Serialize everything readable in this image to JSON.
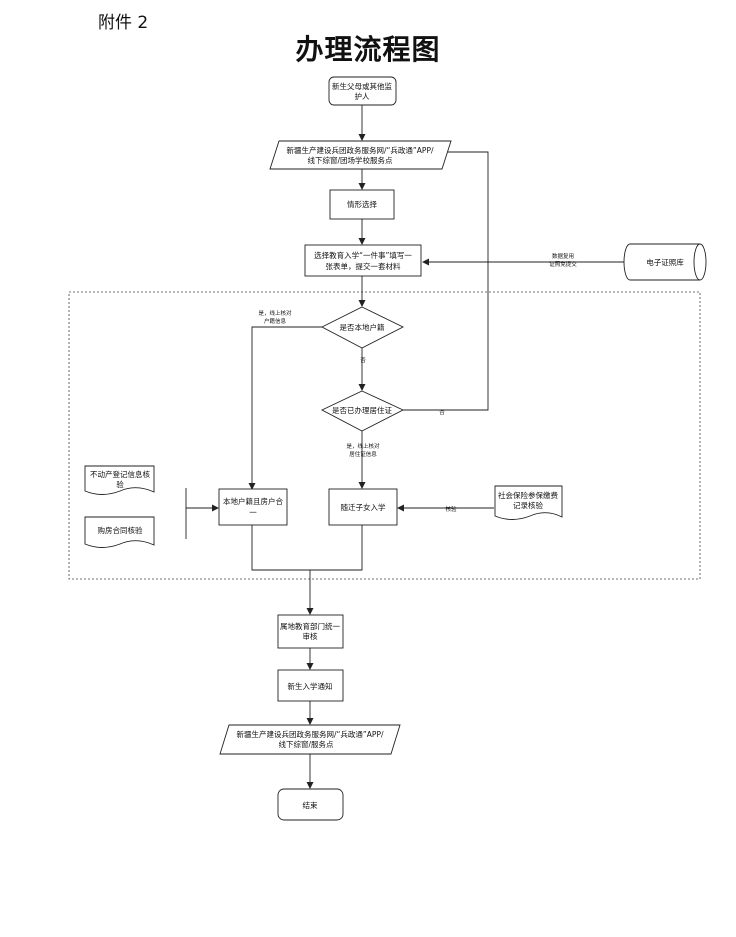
{
  "attachment_label": "附件 2",
  "title": "办理流程图",
  "nodes": {
    "start": [
      "新生父母或其他监",
      "护人"
    ],
    "portal_1": [
      "新疆生产建设兵团政务服务网/“兵政通”APP/",
      "线下综窗/团场学校服务点"
    ],
    "situation": [
      "情形选择"
    ],
    "one_form": [
      "选择教育入学“一件事”填写一",
      "张表单，提交一套材料"
    ],
    "e_license": [
      "电子证照库"
    ],
    "local_hukou": [
      "是否本地户籍"
    ],
    "residence_permit": [
      "是否已办理居住证"
    ],
    "local_house": [
      "本地户籍且房户合",
      "一"
    ],
    "migrant_child": [
      "随迁子女入学"
    ],
    "property_check": [
      "不动产登记信息核",
      "验"
    ],
    "purchase_check": [
      "购房合同核验"
    ],
    "social_security": [
      "社会保险参保缴费",
      "记录核验"
    ],
    "review": [
      "属地教育部门统一",
      "审核"
    ],
    "notice": [
      "新生入学通知"
    ],
    "portal_2": [
      "新疆生产建设兵团政务服务网/“兵政通”APP/",
      "线下综窗/服务点"
    ],
    "end": [
      "结束"
    ]
  },
  "edge_labels": {
    "data_reuse": [
      "数据复用",
      "证照免提交"
    ],
    "yes_hukou": [
      "是，线上核对",
      "户籍信息"
    ],
    "no_1": "否",
    "no_2": "否",
    "yes_residence": [
      "是，线上核对",
      "居住证信息"
    ],
    "verify": "核验"
  }
}
